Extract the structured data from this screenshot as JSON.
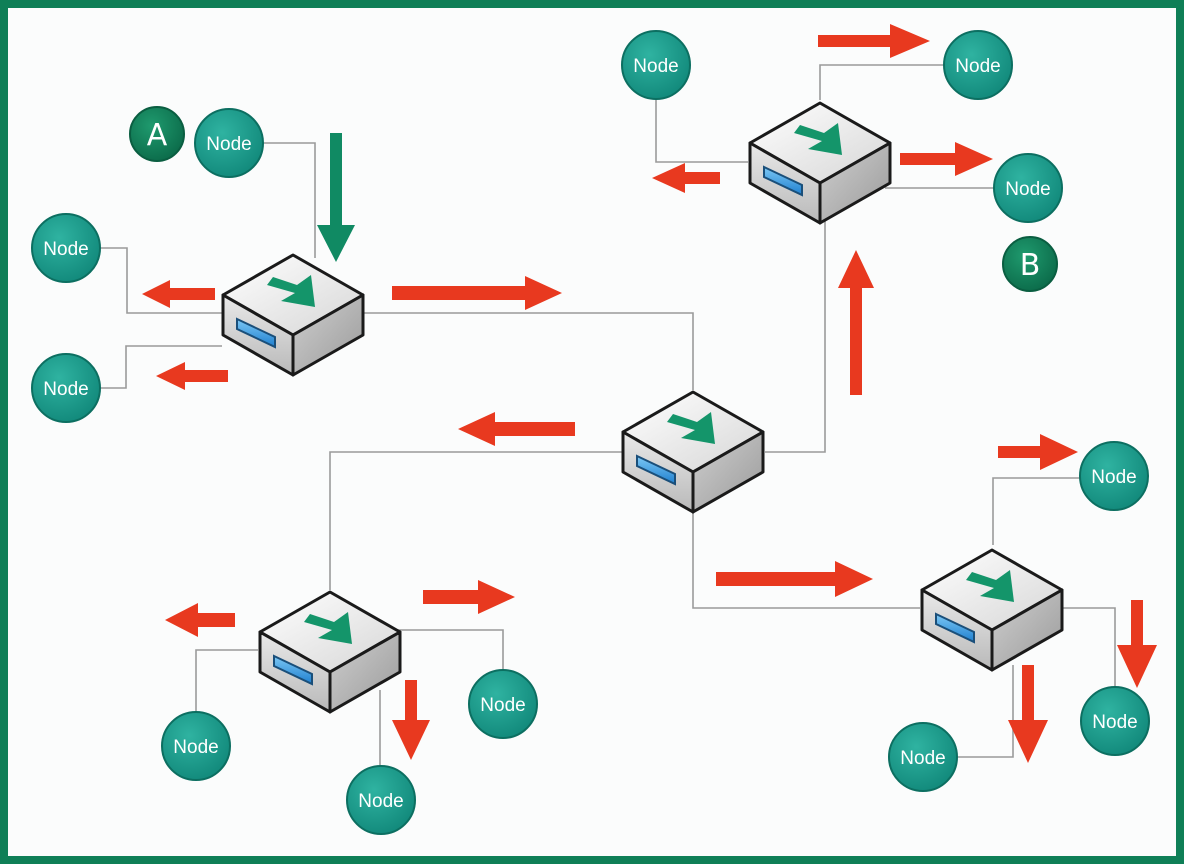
{
  "node_label": "Node",
  "markers": {
    "a": "A",
    "b": "B"
  },
  "colors": {
    "frame": "#0f7f57",
    "node_fill": "#1a9c8c",
    "node_stroke": "#0c6f61",
    "marker_fill": "#0f7f57",
    "red_arrow": "#e8391f",
    "green_arrow": "#108a63",
    "link_line": "#9a9a9a",
    "switch_face": "#dcdcdc",
    "switch_window": "#2a8ed8"
  },
  "icons": {
    "switch": "network-switch-icon",
    "node": "node-icon",
    "flow": "direction-arrow"
  }
}
